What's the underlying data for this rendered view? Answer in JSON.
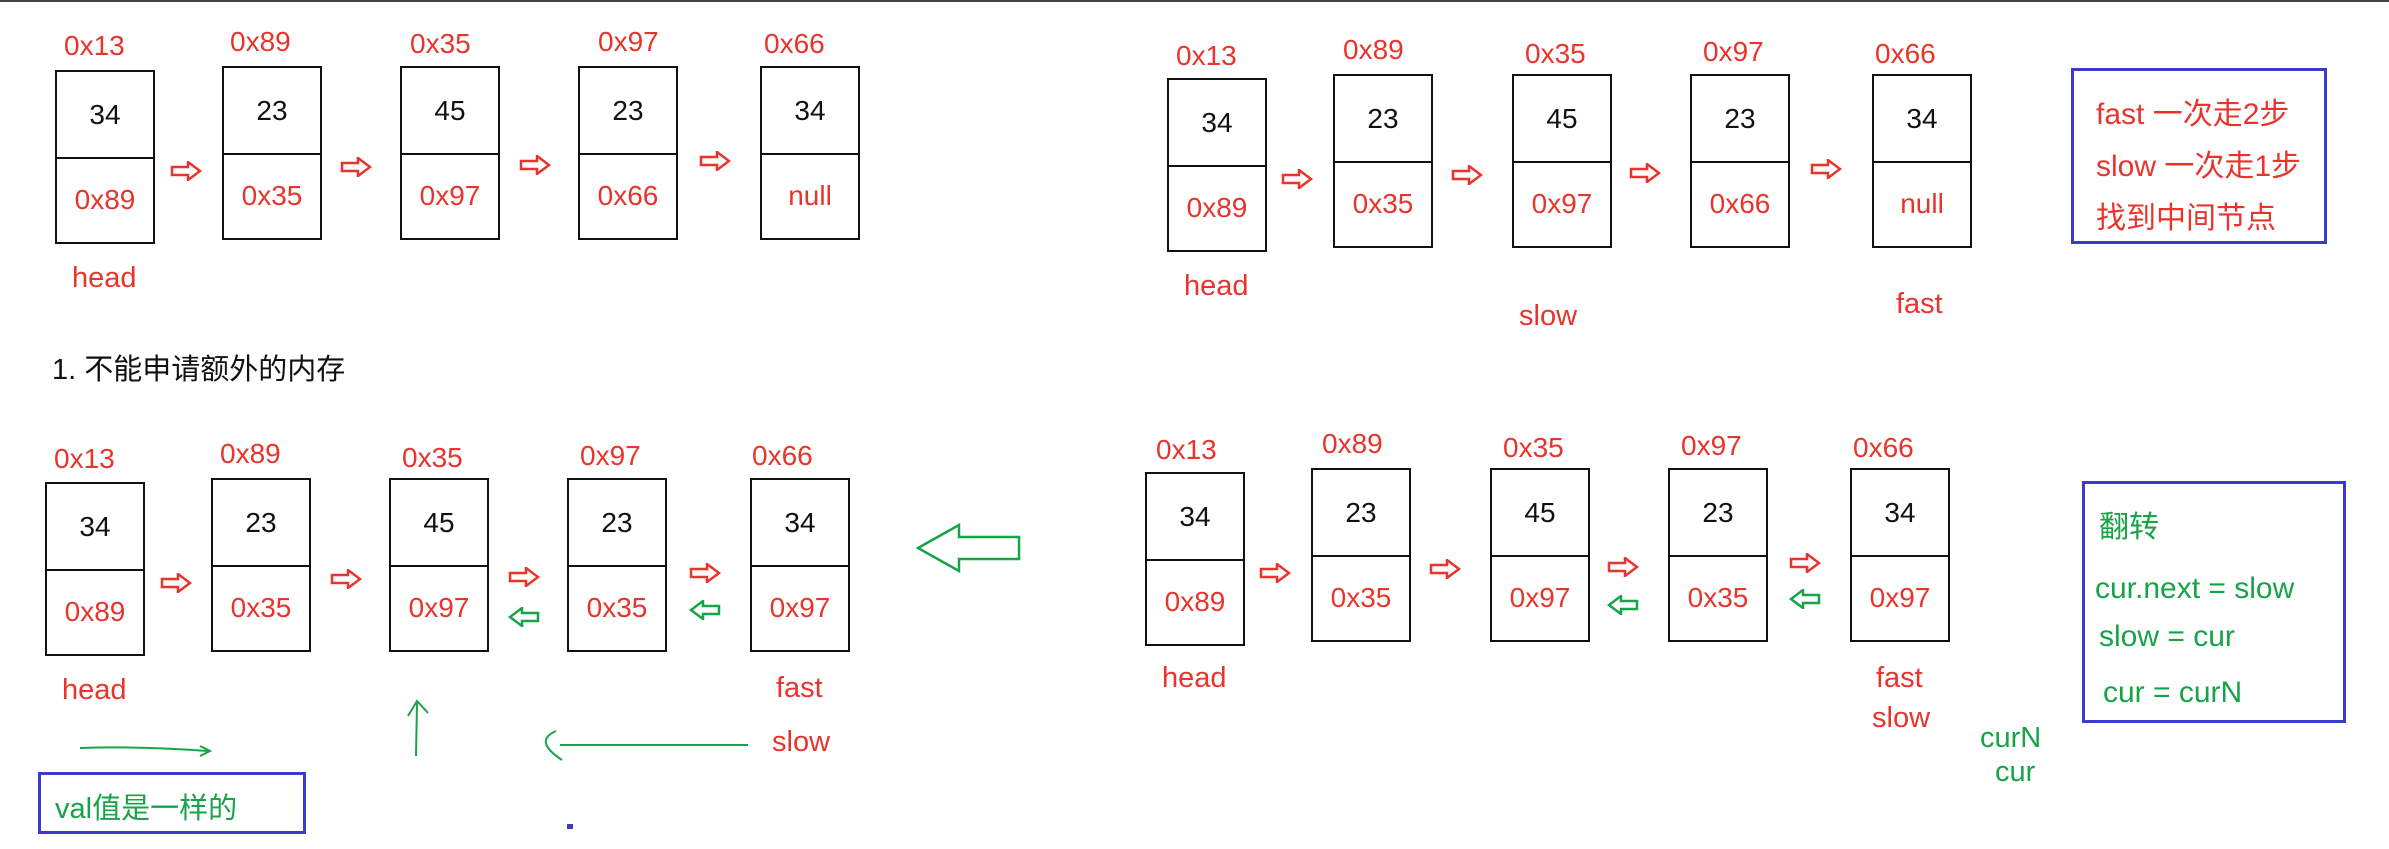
{
  "colors": {
    "red": "#e8342c",
    "green": "#17a348",
    "box_border": "#3b3bc9",
    "black": "#111111"
  },
  "top_left": {
    "nodes": [
      {
        "addr": "0x13",
        "val": "34",
        "next": "0x89"
      },
      {
        "addr": "0x89",
        "val": "23",
        "next": "0x35"
      },
      {
        "addr": "0x35",
        "val": "45",
        "next": "0x97"
      },
      {
        "addr": "0x97",
        "val": "23",
        "next": "0x66"
      },
      {
        "addr": "0x66",
        "val": "34",
        "next": "null"
      }
    ],
    "head_label": "head"
  },
  "constraint_note": "1. 不能申请额外的内存",
  "top_right": {
    "nodes": [
      {
        "addr": "0x13",
        "val": "34",
        "next": "0x89"
      },
      {
        "addr": "0x89",
        "val": "23",
        "next": "0x35"
      },
      {
        "addr": "0x35",
        "val": "45",
        "next": "0x97"
      },
      {
        "addr": "0x97",
        "val": "23",
        "next": "0x66"
      },
      {
        "addr": "0x66",
        "val": "34",
        "next": "null"
      }
    ],
    "head_label": "head",
    "slow_label": "slow",
    "fast_label": "fast"
  },
  "fast_slow_box": {
    "lines": [
      "fast 一次走2步",
      "slow 一次走1步",
      "找到中间节点"
    ]
  },
  "bottom_right": {
    "nodes": [
      {
        "addr": "0x13",
        "val": "34",
        "next": "0x89"
      },
      {
        "addr": "0x89",
        "val": "23",
        "next": "0x35"
      },
      {
        "addr": "0x35",
        "val": "45",
        "next": "0x97"
      },
      {
        "addr": "0x97",
        "val": "23",
        "next": "0x35"
      },
      {
        "addr": "0x66",
        "val": "34",
        "next": "0x97"
      }
    ],
    "head_label": "head",
    "fast_label": "fast",
    "slow_label": "slow",
    "curN_label": "curN",
    "cur_label": "cur"
  },
  "reverse_box": {
    "title": "翻转",
    "lines": [
      "cur.next = slow",
      "slow = cur",
      "cur = curN"
    ]
  },
  "bottom_left": {
    "nodes": [
      {
        "addr": "0x13",
        "val": "34",
        "next": "0x89"
      },
      {
        "addr": "0x89",
        "val": "23",
        "next": "0x35"
      },
      {
        "addr": "0x35",
        "val": "45",
        "next": "0x97"
      },
      {
        "addr": "0x97",
        "val": "23",
        "next": "0x35"
      },
      {
        "addr": "0x66",
        "val": "34",
        "next": "0x97"
      }
    ],
    "head_label": "head",
    "fast_label": "fast",
    "slow_label": "slow"
  },
  "val_box": {
    "text": "val值是一样的"
  }
}
